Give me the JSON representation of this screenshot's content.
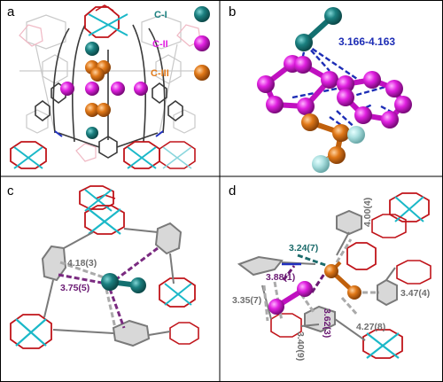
{
  "panels": {
    "a": {
      "label": "a",
      "legend": [
        {
          "label": "C-I",
          "color": "#1b8080"
        },
        {
          "label": "C-II",
          "color": "#e020e0"
        },
        {
          "label": "C-III",
          "color": "#e07818"
        }
      ]
    },
    "b": {
      "label": "b",
      "distance_range": "3.166-4.163"
    },
    "c": {
      "label": "c",
      "d1": "4.18(3)",
      "d2": "3.75(5)"
    },
    "d": {
      "label": "d",
      "d1": "3.24(7)",
      "d2": "4.00(4)",
      "d3": "3.88(1)",
      "d4": "3.35(7)",
      "d5": "3.62(3)",
      "d6": "3.40(9)",
      "d7": "4.27(8)",
      "d8": "3.47(4)"
    }
  },
  "colors": {
    "teal": "#1b8080",
    "magenta": "#e020e0",
    "orange": "#e07818",
    "blue_dash": "#1d2db5",
    "purple_label": "#6a1a73",
    "teal_label": "#1b6b6b",
    "gray_label": "#6e6e6e",
    "frame": "#000000"
  }
}
